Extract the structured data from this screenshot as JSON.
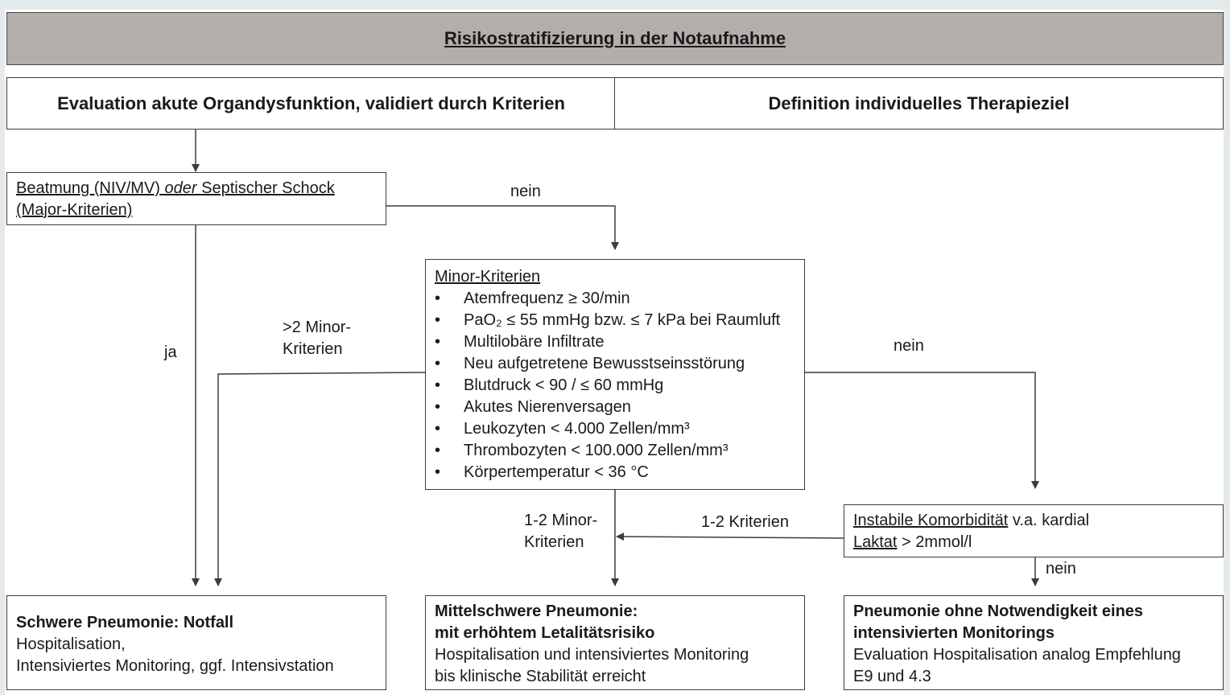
{
  "title": "Risikostratifizierung in der Notaufnahme",
  "headers": {
    "left": "Evaluation akute Organdysfunktion, validiert durch Kriterien",
    "right": "Definition individuelles Therapieziel"
  },
  "major": {
    "part1": "Beatmung (NIV/MV)",
    "part2": "oder",
    "part3": "Septischer Schock",
    "line2": "(Major-Kriterien)"
  },
  "minor": {
    "title": "Minor-Kriterien",
    "items": [
      "Atemfrequenz ≥ 30/min",
      "PaO₂ ≤ 55 mmHg bzw. ≤ 7 kPa bei Raumluft",
      "Multilobäre Infiltrate",
      "Neu aufgetretene Bewusstseinsstörung",
      "Blutdruck < 90 / ≤ 60 mmHg",
      "Akutes Nierenversagen",
      "Leukozyten < 4.000 Zellen/mm³",
      "Thrombozyten < 100.000 Zellen/mm³",
      "Körpertemperatur < 36 °C"
    ]
  },
  "comorb": {
    "line1_u": "Instabile Komorbidität",
    "line1_rest": "v.a. kardial",
    "line2_u": "Laktat",
    "line2_rest": "> 2mmol/l"
  },
  "labels": {
    "nein_top": "nein",
    "ja": "ja",
    "gt2_line1": ">2 Minor-",
    "gt2_line2": "Kriterien",
    "nein_right": "nein",
    "one_two_minor_line1": "1-2 Minor-",
    "one_two_minor_line2": "Kriterien",
    "one_two_kriterien": "1-2 Kriterien",
    "nein_bottom": "nein"
  },
  "outcomes": {
    "severe": {
      "title": "Schwere Pneumonie: Notfall",
      "lines": [
        "Hospitalisation,",
        "Intensiviertes Monitoring, ggf. Intensivstation"
      ]
    },
    "moderate": {
      "title_lines": [
        "Mittelschwere Pneumonie:",
        "mit erhöhtem Letalitätsrisiko"
      ],
      "lines": [
        "Hospitalisation und intensiviertes Monitoring",
        "bis klinische Stabilität erreicht"
      ]
    },
    "mild": {
      "title_lines": [
        "Pneumonie ohne Notwendigkeit eines",
        "intensivierten Monitorings"
      ],
      "lines": [
        "Evaluation Hospitalisation analog Empfehlung",
        "E9 und 4.3"
      ]
    }
  },
  "colors": {
    "title_bg": "#b3aeab",
    "page_bg": "#e4e9ec",
    "line": "#3c3c3c"
  }
}
